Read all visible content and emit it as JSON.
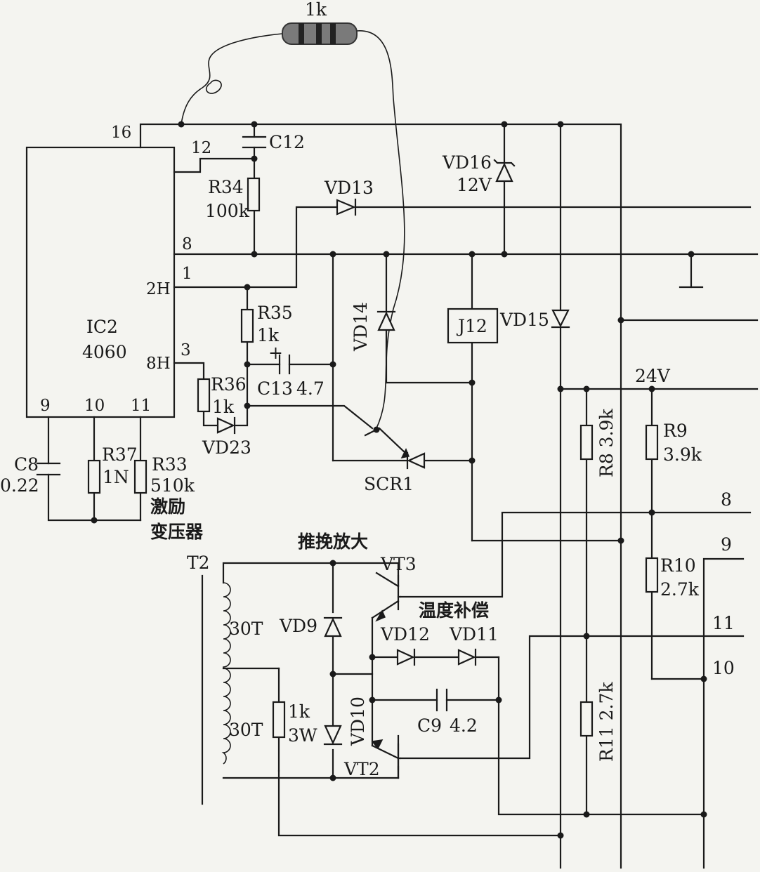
{
  "ic": {
    "ref": "IC2",
    "part": "4060",
    "pins": {
      "p16": "16",
      "p12": "12",
      "p8": "8",
      "p1": "1",
      "p2h": "2H",
      "p3": "3",
      "p8h": "8H",
      "p9": "9",
      "p10": "10",
      "p11": "11"
    }
  },
  "components": {
    "r_external": "1k",
    "c12": "C12",
    "r34_ref": "R34",
    "r34_val": "100k",
    "vd13": "VD13",
    "vd16_ref": "VD16",
    "vd16_val": "12V",
    "r35_ref": "R35",
    "r35_val": "1k",
    "vd14": "VD14",
    "j12": "J12",
    "vd15": "VD15",
    "c13_ref": "C13",
    "c13_val": "4.7",
    "c13_plus": "+",
    "r36_ref": "R36",
    "r36_val": "1k",
    "vd23": "VD23",
    "scr1": "SCR1",
    "c8_ref": "C8",
    "c8_val": "0.22",
    "r37_ref": "R37",
    "r37_val": "1N",
    "r33_ref": "R33",
    "r33_val": "510k",
    "r8_ref": "R8",
    "r8_val": "3.9k",
    "r9_ref": "R9",
    "r9_val": "3.9k",
    "r10_ref": "R10",
    "r10_val": "2.7k",
    "r11_ref": "R11",
    "r11_val": "2.7k",
    "v24": "24V",
    "vt3": "VT3",
    "vt2": "VT2",
    "vd9": "VD9",
    "vd10": "VD10",
    "vd11": "VD11",
    "vd12": "VD12",
    "c9_ref": "C9",
    "c9_val": "4.2",
    "t2": "T2",
    "turns_top": "30T",
    "turns_bottom": "30T",
    "r_1k3w_a": "1k",
    "r_1k3w_b": "3W"
  },
  "annotations": {
    "drive_transformer_line1": "激励",
    "drive_transformer_line2": "变压器",
    "push_pull": "推挽放大",
    "temp_comp": "温度补偿"
  },
  "terminals": {
    "t8": "8",
    "t9": "9",
    "t11": "11",
    "t10": "10"
  },
  "colors": {
    "ink": "#1a1a1a",
    "paper": "#f4f4f0"
  }
}
